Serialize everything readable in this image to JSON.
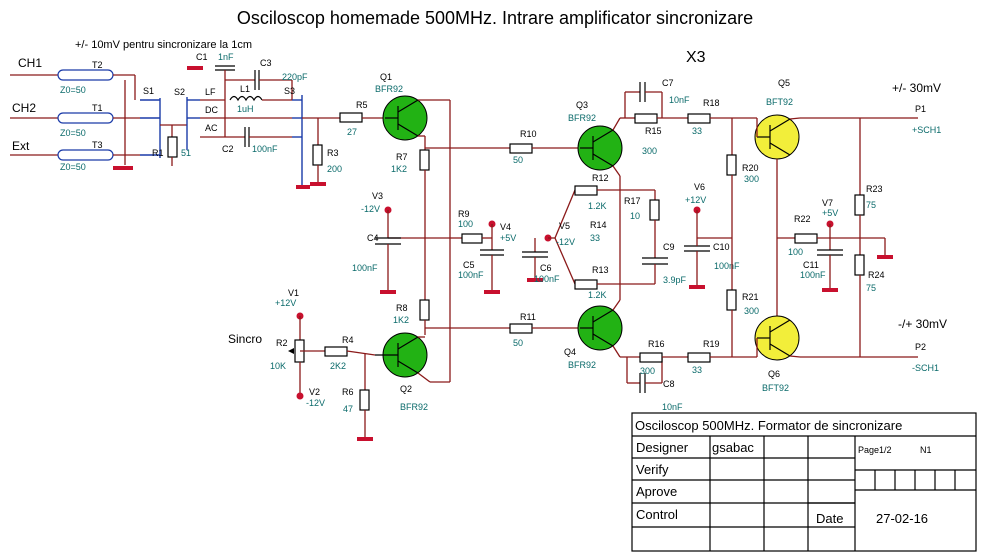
{
  "title": "Osciloscop homemade 500MHz. Intrare amplificator sincronizare",
  "note_top": "+/- 10mV pentru sincronizare la 1cm",
  "x3": "X3",
  "inputs": {
    "ch1": "CH1",
    "ch2": "CH2",
    "ext": "Ext",
    "sincro": "Sincro"
  },
  "outputs": {
    "p1_level": "+/- 30mV",
    "p1": "P1",
    "p1_net": "+SCH1",
    "p2_level": "-/+ 30mV",
    "p2": "P2",
    "p2_net": "-SCH1"
  },
  "coax": [
    {
      "name": "T2",
      "z": "Z0=50"
    },
    {
      "name": "T1",
      "z": "Z0=50"
    },
    {
      "name": "T3",
      "z": "Z0=50"
    }
  ],
  "switches": {
    "s1": "S1",
    "s2": "S2",
    "s3": "S3",
    "lf": "LF",
    "dc": "DC",
    "ac": "AC"
  },
  "components": {
    "c1": {
      "name": "C1",
      "value": "1nF"
    },
    "c2": {
      "name": "C2",
      "value": "100nF"
    },
    "c3": {
      "name": "C3",
      "value": "220pF"
    },
    "l1": {
      "name": "L1",
      "value": "1uH"
    },
    "r1": {
      "name": "R1",
      "value": "51"
    },
    "r2": {
      "name": "R2",
      "value": "10K"
    },
    "r3": {
      "name": "R3",
      "value": "200"
    },
    "r4": {
      "name": "R4",
      "value": "2K2"
    },
    "r5": {
      "name": "R5",
      "value": "27"
    },
    "r6": {
      "name": "R6",
      "value": "47"
    },
    "r7": {
      "name": "R7",
      "value": "1K2"
    },
    "r8": {
      "name": "R8",
      "value": "1K2"
    },
    "r9": {
      "name": "R9",
      "value": "100"
    },
    "r10": {
      "name": "R10",
      "value": "50"
    },
    "r11": {
      "name": "R11",
      "value": "50"
    },
    "r12": {
      "name": "R12",
      "value": "1.2K"
    },
    "r13": {
      "name": "R13",
      "value": "1.2K"
    },
    "r14": {
      "name": "R14",
      "value": "33"
    },
    "r15": {
      "name": "R15",
      "value": "300"
    },
    "r16": {
      "name": "R16",
      "value": "300"
    },
    "r17": {
      "name": "R17",
      "value": "10"
    },
    "r18": {
      "name": "R18",
      "value": "33"
    },
    "r19": {
      "name": "R19",
      "value": "33"
    },
    "r20": {
      "name": "R20",
      "value": "300"
    },
    "r21": {
      "name": "R21",
      "value": "300"
    },
    "r22": {
      "name": "R22",
      "value": "100"
    },
    "r23": {
      "name": "R23",
      "value": "75"
    },
    "r24": {
      "name": "R24",
      "value": "75"
    },
    "c4": {
      "name": "C4",
      "value": "100nF"
    },
    "c5": {
      "name": "C5",
      "value": "100nF"
    },
    "c6": {
      "name": "C6",
      "value": "100nF"
    },
    "c7": {
      "name": "C7",
      "value": "10nF"
    },
    "c8": {
      "name": "C8",
      "value": "10nF"
    },
    "c9": {
      "name": "C9",
      "value": "3.9pF"
    },
    "c10": {
      "name": "C10",
      "value": "100nF"
    },
    "c11": {
      "name": "C11",
      "value": "100nF"
    },
    "q1": {
      "name": "Q1",
      "value": "BFR92"
    },
    "q2": {
      "name": "Q2",
      "value": "BFR92"
    },
    "q3": {
      "name": "Q3",
      "value": "BFR92"
    },
    "q4": {
      "name": "Q4",
      "value": "BFR92"
    },
    "q5": {
      "name": "Q5",
      "value": "BFT92"
    },
    "q6": {
      "name": "Q6",
      "value": "BFT92"
    },
    "v1": {
      "name": "V1",
      "value": "+12V"
    },
    "v2": {
      "name": "V2",
      "value": "-12V"
    },
    "v3": {
      "name": "V3",
      "value": "-12V"
    },
    "v4": {
      "name": "V4",
      "value": "+5V"
    },
    "v5": {
      "name": "V5",
      "value": "-12V"
    },
    "v6": {
      "name": "V6",
      "value": "+12V"
    },
    "v7": {
      "name": "V7",
      "value": "+5V"
    }
  },
  "title_block": {
    "heading": "Osciloscop 500MHz. Formator de sincronizare",
    "designer_label": "Designer",
    "designer": "gsabac",
    "verify_label": "Verify",
    "aprove_label": "Aprove",
    "control_label": "Control",
    "page": "Page1/2",
    "n": "N1",
    "date_label": "Date",
    "date": "27-02-16"
  },
  "colors": {
    "wire": "#8b1a1a",
    "npn_fill": "#22b214",
    "pnp_fill": "#f2ee3a",
    "gnd": "#c8102e",
    "switch": "#1a3aa8",
    "value_text": "#0a6a6a"
  }
}
